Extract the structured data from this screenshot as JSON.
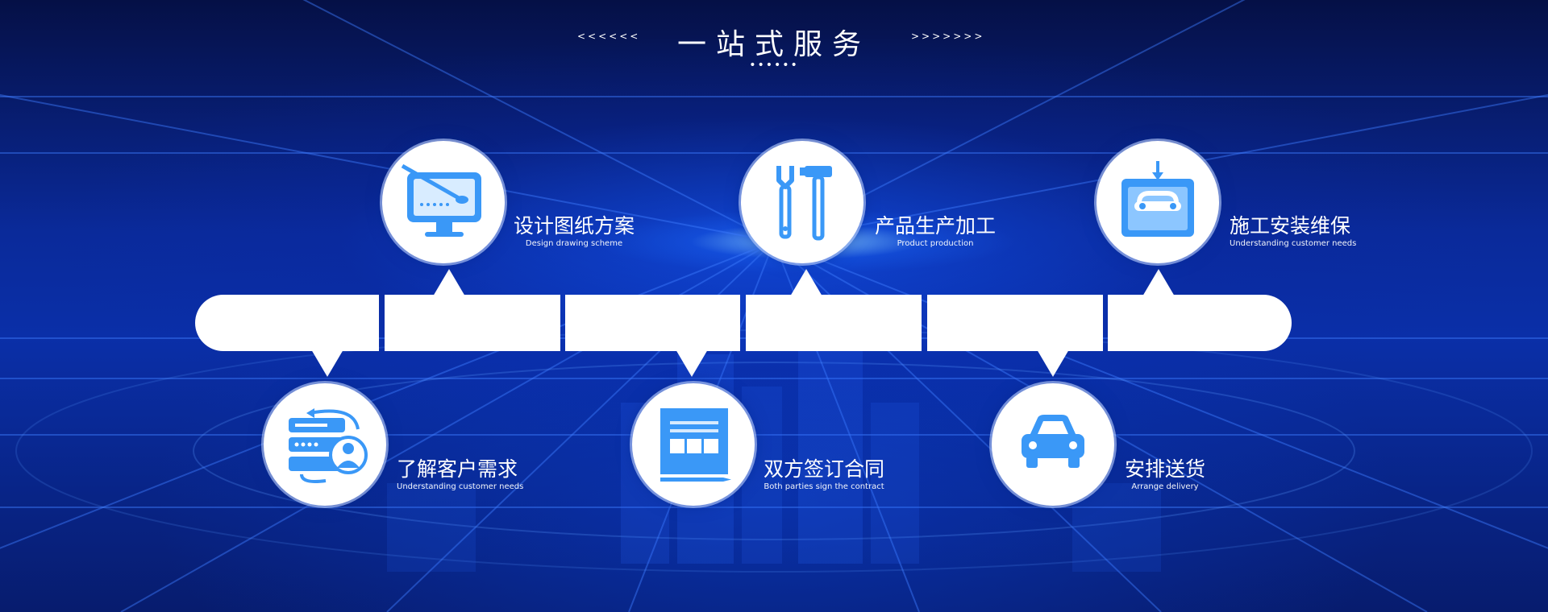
{
  "header": {
    "title": "一站式服务",
    "left_arrows": "<<<<<<",
    "right_arrows": ">>>>>>>",
    "dots": "••••••"
  },
  "steps": [
    {
      "zh": "了解客户需求",
      "en": "Understanding customer needs",
      "icon": "user-form-icon"
    },
    {
      "zh": "设计图纸方案",
      "en": "Design drawing scheme",
      "icon": "monitor-design-icon"
    },
    {
      "zh": "双方签订合同",
      "en": "Both parties sign the contract",
      "icon": "contract-icon"
    },
    {
      "zh": "产品生产加工",
      "en": "Product production",
      "icon": "wrench-hammer-icon"
    },
    {
      "zh": "安排送货",
      "en": "Arrange delivery",
      "icon": "car-icon"
    },
    {
      "zh": "施工安装维保",
      "en": "Understanding customer needs",
      "icon": "toolbox-icon"
    }
  ],
  "colors": {
    "accent": "#3a98f7",
    "accent_light": "#bfe0ff",
    "background": "#0a2a9a"
  }
}
